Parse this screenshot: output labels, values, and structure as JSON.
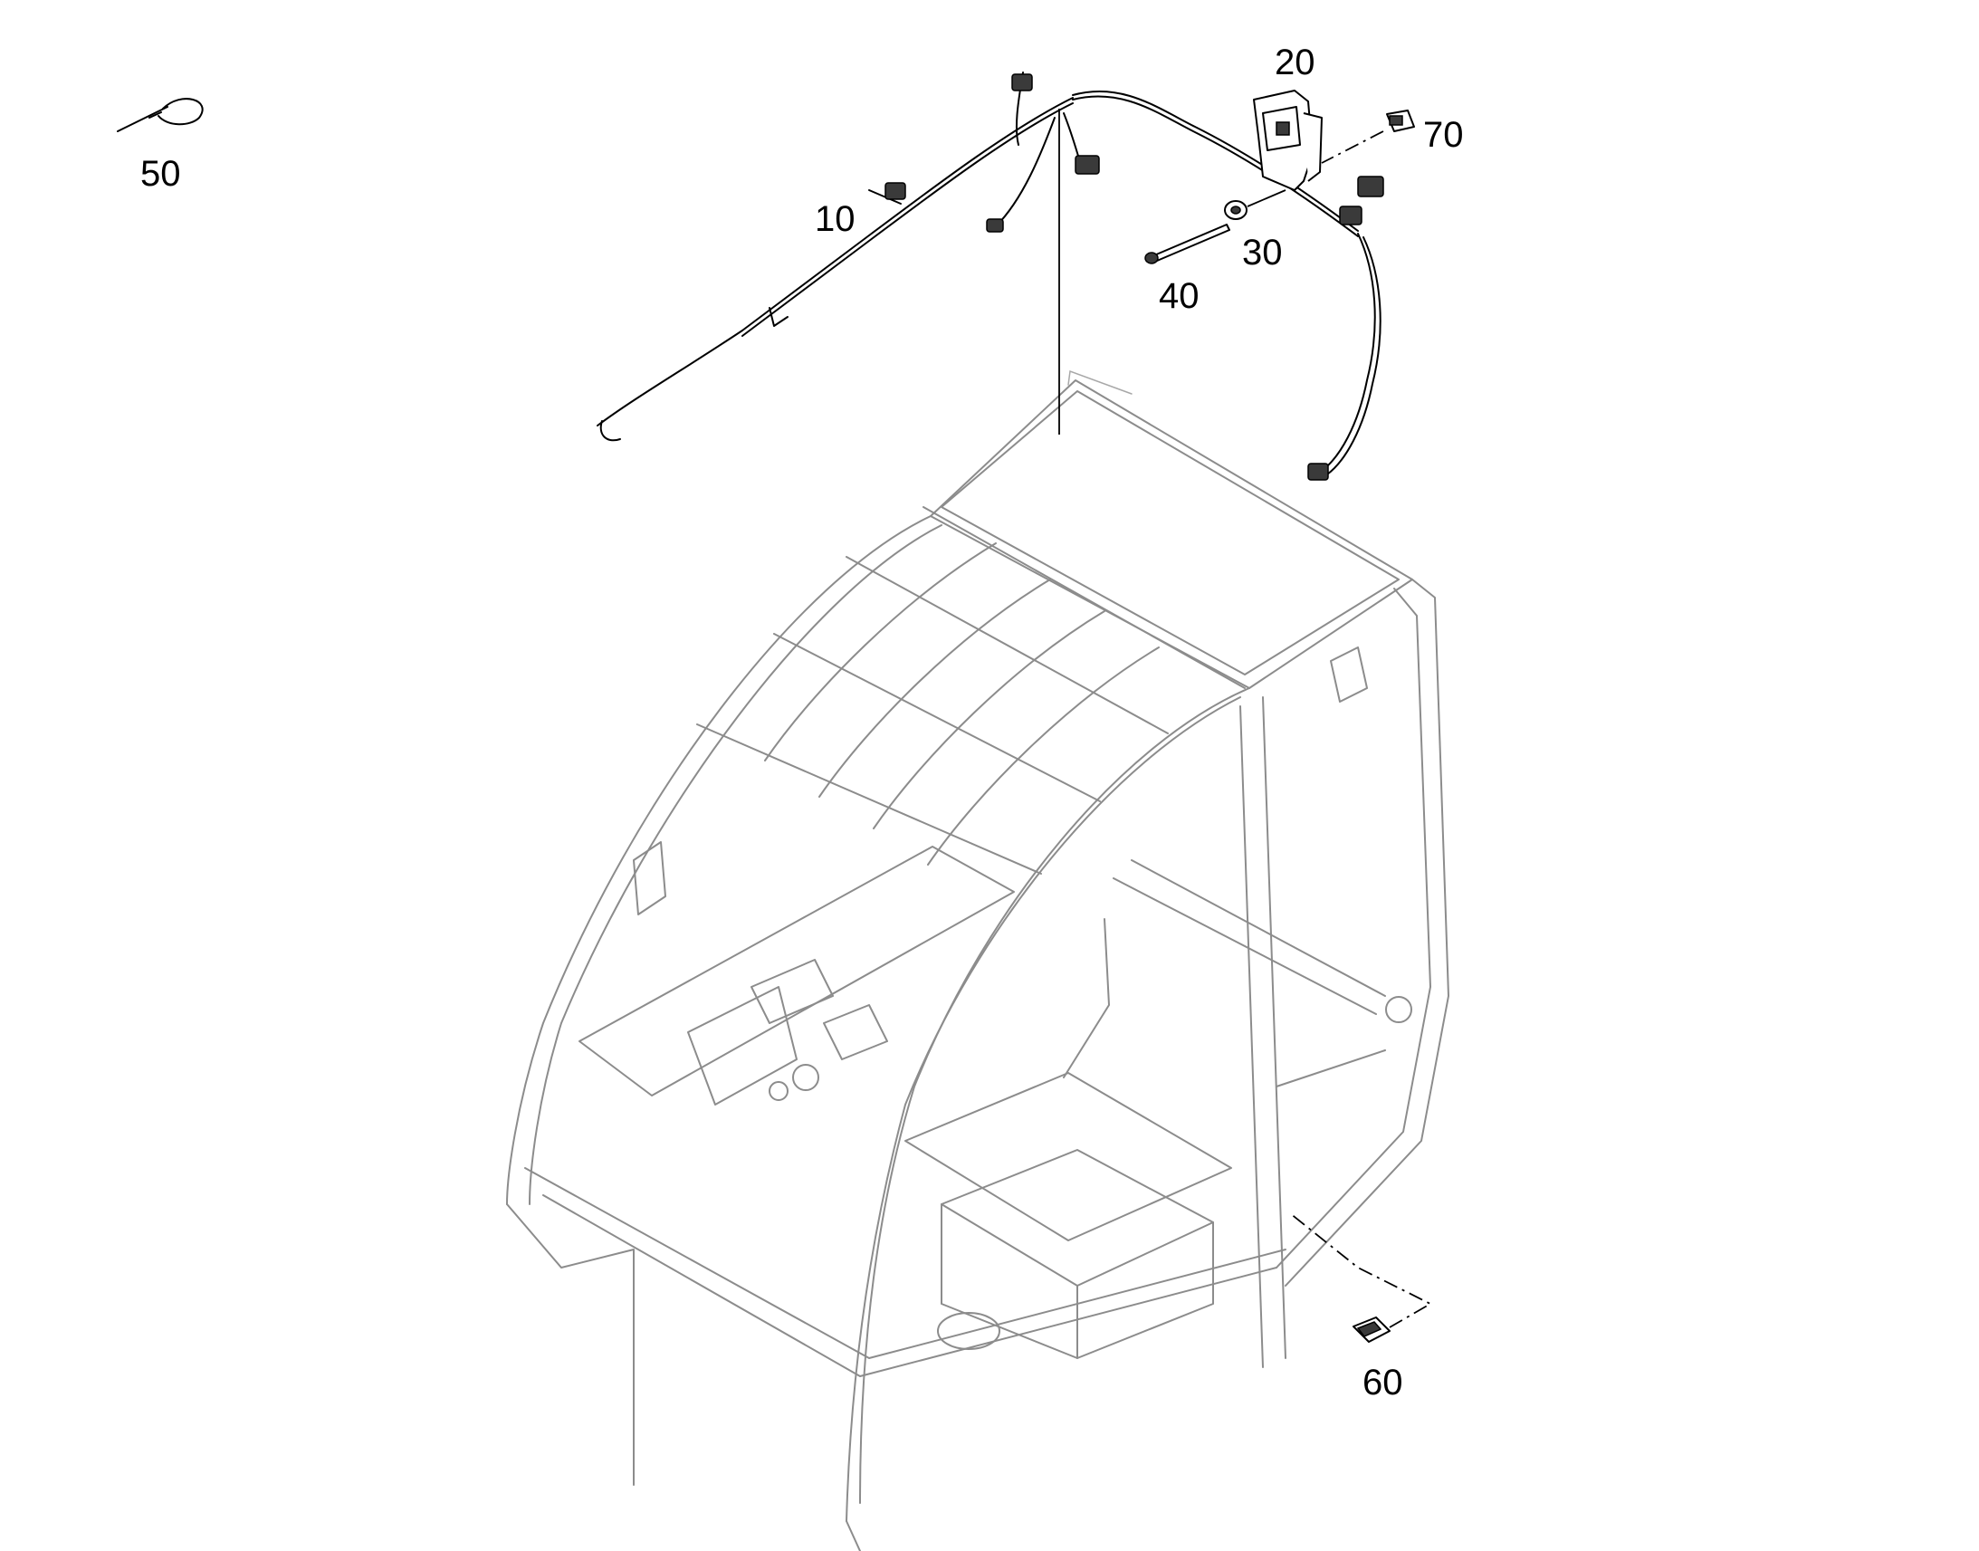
{
  "diagram": {
    "callouts": [
      {
        "id": "c10",
        "label": "10"
      },
      {
        "id": "c20",
        "label": "20"
      },
      {
        "id": "c30",
        "label": "30"
      },
      {
        "id": "c40",
        "label": "40"
      },
      {
        "id": "c50",
        "label": "50"
      },
      {
        "id": "c60",
        "label": "60"
      },
      {
        "id": "c70",
        "label": "70"
      }
    ],
    "parts": [
      {
        "ref": "10",
        "icon": "wiring-harness-icon"
      },
      {
        "ref": "20",
        "icon": "bracket-icon"
      },
      {
        "ref": "30",
        "icon": "washer-icon"
      },
      {
        "ref": "40",
        "icon": "bolt-icon"
      },
      {
        "ref": "50",
        "icon": "cable-tie-icon"
      },
      {
        "ref": "60",
        "icon": "fuse-icon"
      },
      {
        "ref": "70",
        "icon": "connector-icon"
      }
    ],
    "colors": {
      "ink": "#000000",
      "frame": "#8c8c8c",
      "paper": "#ffffff"
    }
  }
}
